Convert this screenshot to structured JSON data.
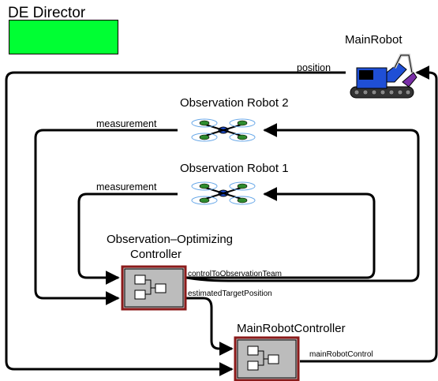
{
  "director": {
    "label": "DE Director",
    "color": "#00ff33"
  },
  "actors": {
    "main_robot": {
      "label": "MainRobot",
      "output_port": "position"
    },
    "observation_robot_2": {
      "label": "Observation Robot 2",
      "output_port": "measurement"
    },
    "observation_robot_1": {
      "label": "Observation Robot 1",
      "output_port": "measurement"
    },
    "observation_controller": {
      "label_line1": "Observation–Optimizing",
      "label_line2": "Controller",
      "output_port_1": "controlToObservationTeam",
      "output_port_2": "estimatedTargetPosition"
    },
    "main_robot_controller": {
      "label": "MainRobotController",
      "output_port": "mainRobotControl"
    }
  },
  "colors": {
    "composite_fill": "#bcbcbc",
    "composite_border": "#8b1a1a",
    "robot_body": "#1f4fd6",
    "drone_leg": "#2e8b2e",
    "rotor_ring": "#6aa9e8"
  }
}
